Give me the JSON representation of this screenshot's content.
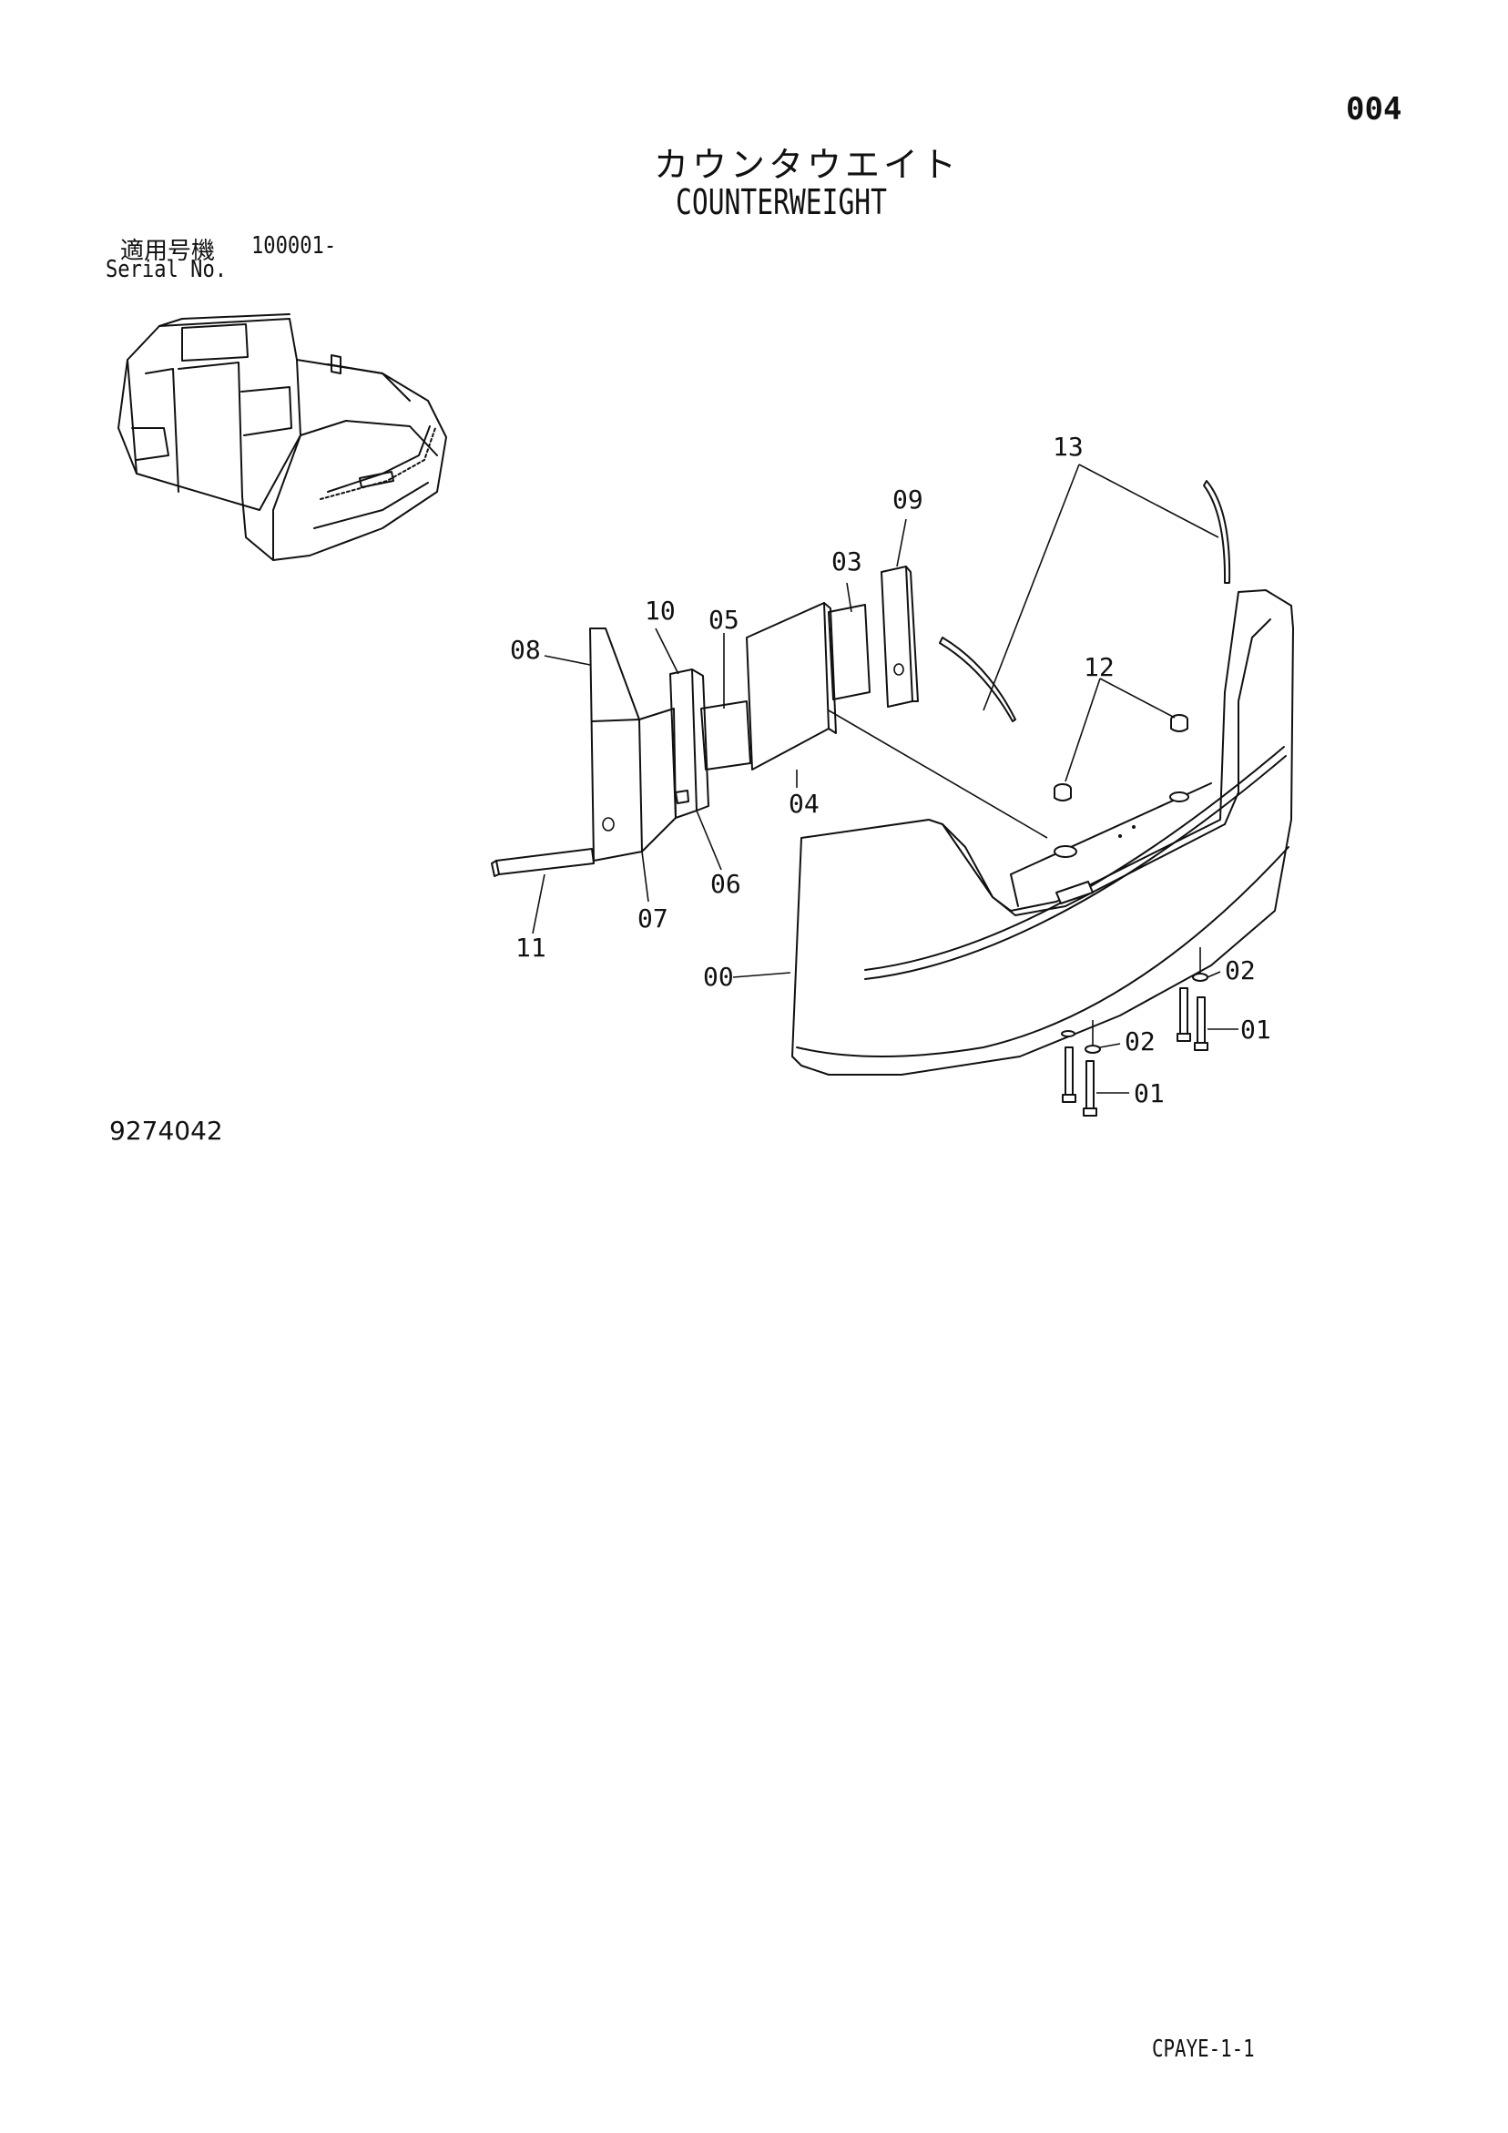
{
  "page": {
    "number": "004",
    "title_ja": "カウンタウエイト",
    "title_en": "COUNTERWEIGHT",
    "serial_label_ja": "適用号機",
    "serial_value": "100001-",
    "serial_label_en": "Serial No.",
    "drawing_number": "9274042",
    "footer_code": "CPAYE-1-1"
  },
  "callouts": [
    {
      "id": "13",
      "label": "13"
    },
    {
      "id": "09",
      "label": "09"
    },
    {
      "id": "03",
      "label": "03"
    },
    {
      "id": "10",
      "label": "10"
    },
    {
      "id": "05",
      "label": "05"
    },
    {
      "id": "08",
      "label": "08"
    },
    {
      "id": "12",
      "label": "12"
    },
    {
      "id": "04",
      "label": "04"
    },
    {
      "id": "06",
      "label": "06"
    },
    {
      "id": "07",
      "label": "07"
    },
    {
      "id": "11",
      "label": "11"
    },
    {
      "id": "00",
      "label": "00"
    },
    {
      "id": "02a",
      "label": "02"
    },
    {
      "id": "01a",
      "label": "01"
    },
    {
      "id": "02b",
      "label": "02"
    },
    {
      "id": "01b",
      "label": "01"
    }
  ]
}
